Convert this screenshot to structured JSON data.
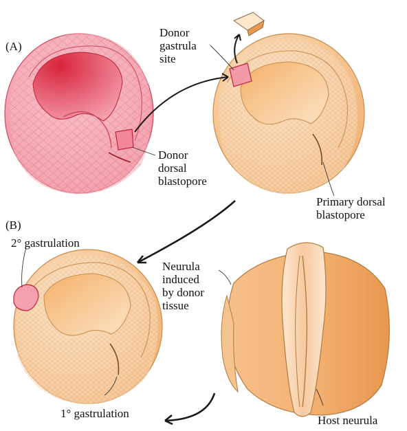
{
  "panels": {
    "a": "(A)",
    "b": "(B)"
  },
  "labels": {
    "donor_site": [
      "Donor",
      "gastrula",
      "site"
    ],
    "donor_blastopore": [
      "Donor",
      "dorsal",
      "blastopore"
    ],
    "primary_blastopore": [
      "Primary dorsal",
      "blastopore"
    ],
    "secondary_gastrulation": "2° gastrulation",
    "neurula_induced": [
      "Neurula",
      "induced",
      "by donor",
      "tissue"
    ],
    "primary_gastrulation": "1° gastrulation",
    "host_neurula": "Host neurula"
  },
  "colors": {
    "donor_light": "#f4a8b4",
    "donor_dark": "#d8243c",
    "host_light": "#fbe0c2",
    "host_mid": "#f2b574",
    "host_dark": "#e99a4e",
    "arrow": "#1a1a1a"
  }
}
